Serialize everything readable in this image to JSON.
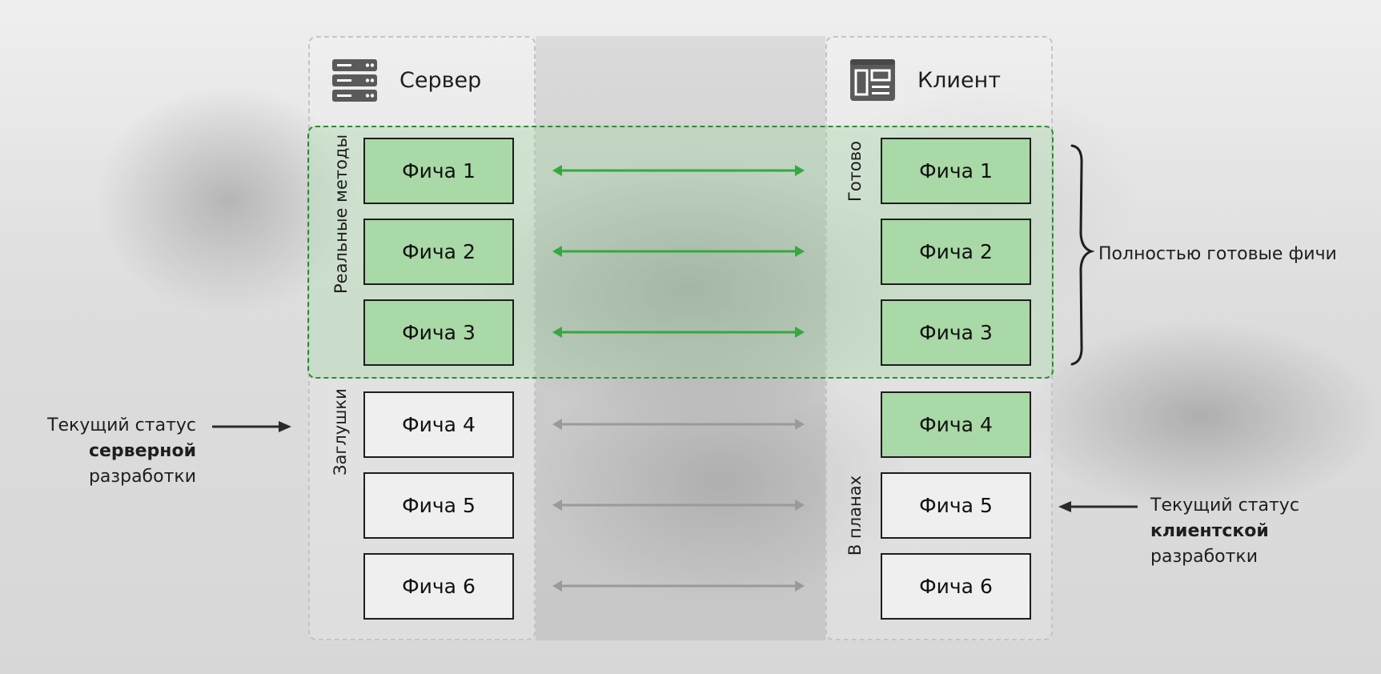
{
  "server": {
    "title": "Сервер",
    "icon": "server-rack-icon",
    "groups": {
      "real": "Реальные методы",
      "stubs": "Заглушки"
    },
    "features": [
      {
        "label": "Фича 1",
        "status": "green"
      },
      {
        "label": "Фича 2",
        "status": "green"
      },
      {
        "label": "Фича 3",
        "status": "green"
      },
      {
        "label": "Фича 4",
        "status": "grey"
      },
      {
        "label": "Фича 5",
        "status": "grey"
      },
      {
        "label": "Фича 6",
        "status": "grey"
      }
    ]
  },
  "client": {
    "title": "Клиент",
    "icon": "browser-window-icon",
    "groups": {
      "done": "Готово",
      "planned": "В планах"
    },
    "features": [
      {
        "label": "Фича 1",
        "status": "green"
      },
      {
        "label": "Фича 2",
        "status": "green"
      },
      {
        "label": "Фича 3",
        "status": "green"
      },
      {
        "label": "Фича 4",
        "status": "green"
      },
      {
        "label": "Фича 5",
        "status": "grey"
      },
      {
        "label": "Фича 6",
        "status": "grey"
      }
    ]
  },
  "annotations": {
    "fully_ready": "Полностью готовые фичи",
    "server_status": {
      "line1": "Текущий статус",
      "bold": "серверной",
      "line3": "разработки"
    },
    "client_status": {
      "line1": "Текущий статус",
      "bold": "клиентской",
      "line3": "разработки"
    }
  },
  "colors": {
    "ready_fill": "#a9d9a6",
    "ready_border": "#2e8b35",
    "arrow_ready": "#35a83f",
    "arrow_stub": "#9a9a9a",
    "pending_fill": "#efefef"
  }
}
